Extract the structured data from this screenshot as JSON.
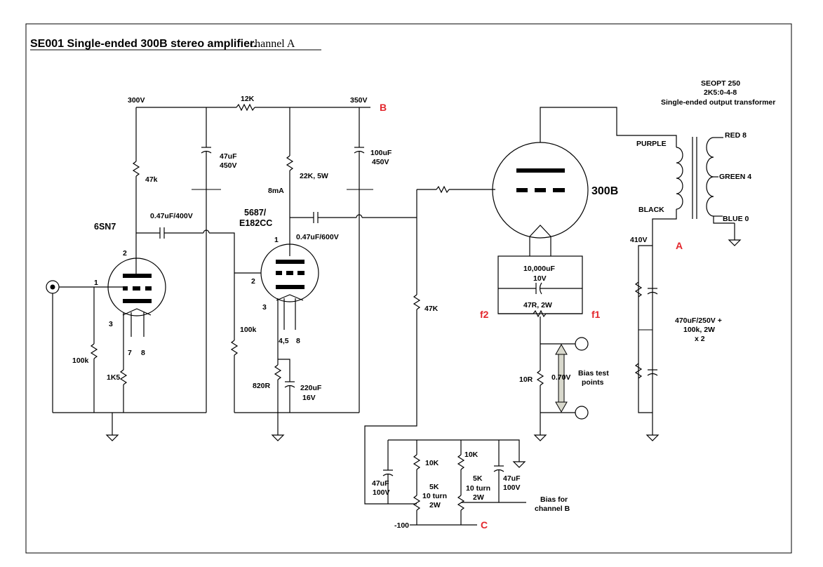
{
  "title": {
    "main": "SE001 Single-ended 300B stereo amplifier.",
    "sub": "channel  A"
  },
  "rails": {
    "v300": "300V",
    "v350": "350V",
    "v410": "410V",
    "neg100": "-100",
    "r12k": "12K"
  },
  "points": {
    "a": "A",
    "b": "B",
    "c": "C",
    "f1": "f1",
    "f2": "f2"
  },
  "tubes": {
    "v1": "6SN7",
    "v2_line1": "5687/",
    "v2_line2": "E182CC",
    "v3": "300B"
  },
  "pins": {
    "p1a": "1",
    "p2a": "2",
    "p3a": "3",
    "p78a": "7",
    "p78b": "8",
    "p1b": "1",
    "p2b": "2",
    "p3b": "3",
    "p45": "4,5",
    "p8b": "8"
  },
  "components": {
    "r47k_plate": "47k",
    "r100k_in": "100k",
    "r1k5": "1K5",
    "c047_400": "0.47uF/400V",
    "c47_val": "47uF",
    "c47_v": "450V",
    "r100k_grid": "100k",
    "r22k": "22K, 5W",
    "i8ma": "8mA",
    "c047_600": "0.47uF/600V",
    "r820": "820R",
    "c220_val": "220uF",
    "c220_v": "16V",
    "c100_val": "100uF",
    "c100_v": "450V",
    "r47k_grid": "47K",
    "c10000_val": "10,000uF",
    "c10000_v": "10V",
    "r47r": "47R, 2W",
    "r10r": "10R",
    "v070": "0.70V",
    "bias_test_1": "Bias test",
    "bias_test_2": "points",
    "psu_1": "470uF/250V +",
    "psu_2": "100k, 2W",
    "psu_3": "x 2",
    "r10k_a": "10K",
    "r10k_b": "10K",
    "pot_a1": "5K",
    "pot_a2": "10 turn",
    "pot_a3": "2W",
    "pot_b1": "5K",
    "pot_b2": "10 turn",
    "pot_b3": "2W",
    "cb1_val": "47uF",
    "cb1_v": "100V",
    "cb2_val": "47uF",
    "cb2_v": "100V",
    "bias_b_1": "Bias for",
    "bias_b_2": "channel B"
  },
  "transformer": {
    "name": "SEOPT 250",
    "ratio": "2K5:0-4-8",
    "desc": "Single-ended output transformer",
    "purple": "PURPLE",
    "black": "BLACK",
    "red8": "RED 8",
    "green4": "GREEN 4",
    "blue0": "BLUE 0"
  }
}
